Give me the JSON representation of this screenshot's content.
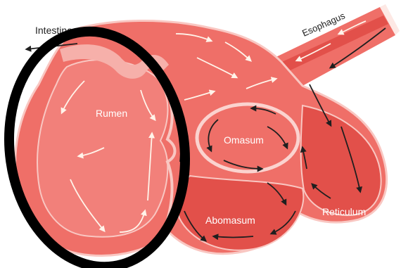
{
  "labels": {
    "intestine": "Intestine",
    "esophagus": "Esophagus",
    "rumen": "Rumen",
    "omasum": "Omasum",
    "abomasum": "Abomasum",
    "reticulum": "Reticulum"
  },
  "colors": {
    "stomach_base": "#ef6f68",
    "stomach_dark": "#e2504a",
    "stomach_light": "#f6a6a0",
    "wall_edge": "#f9c7c2",
    "arrow_light": "#fff4ea",
    "arrow_dark": "#1f1f1f",
    "annotation": "#000000"
  }
}
